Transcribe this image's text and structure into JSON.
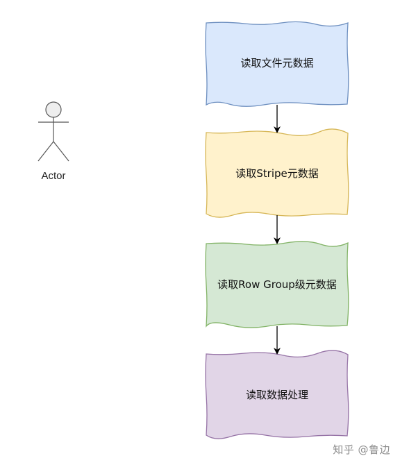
{
  "actor": {
    "label": "Actor"
  },
  "steps": [
    {
      "label": "读取文件元数据",
      "fill": "#dae8fc",
      "stroke": "#6c8ebf"
    },
    {
      "label": "读取Stripe元数据",
      "fill": "#fff2cc",
      "stroke": "#d6b656"
    },
    {
      "label": "读取Row Group级元数据",
      "fill": "#d5e8d4",
      "stroke": "#82b366"
    },
    {
      "label": "读取数据处理",
      "fill": "#e1d5e7",
      "stroke": "#9673a6"
    }
  ],
  "arrow_color": "#000000",
  "watermark": "知乎 @鲁边"
}
